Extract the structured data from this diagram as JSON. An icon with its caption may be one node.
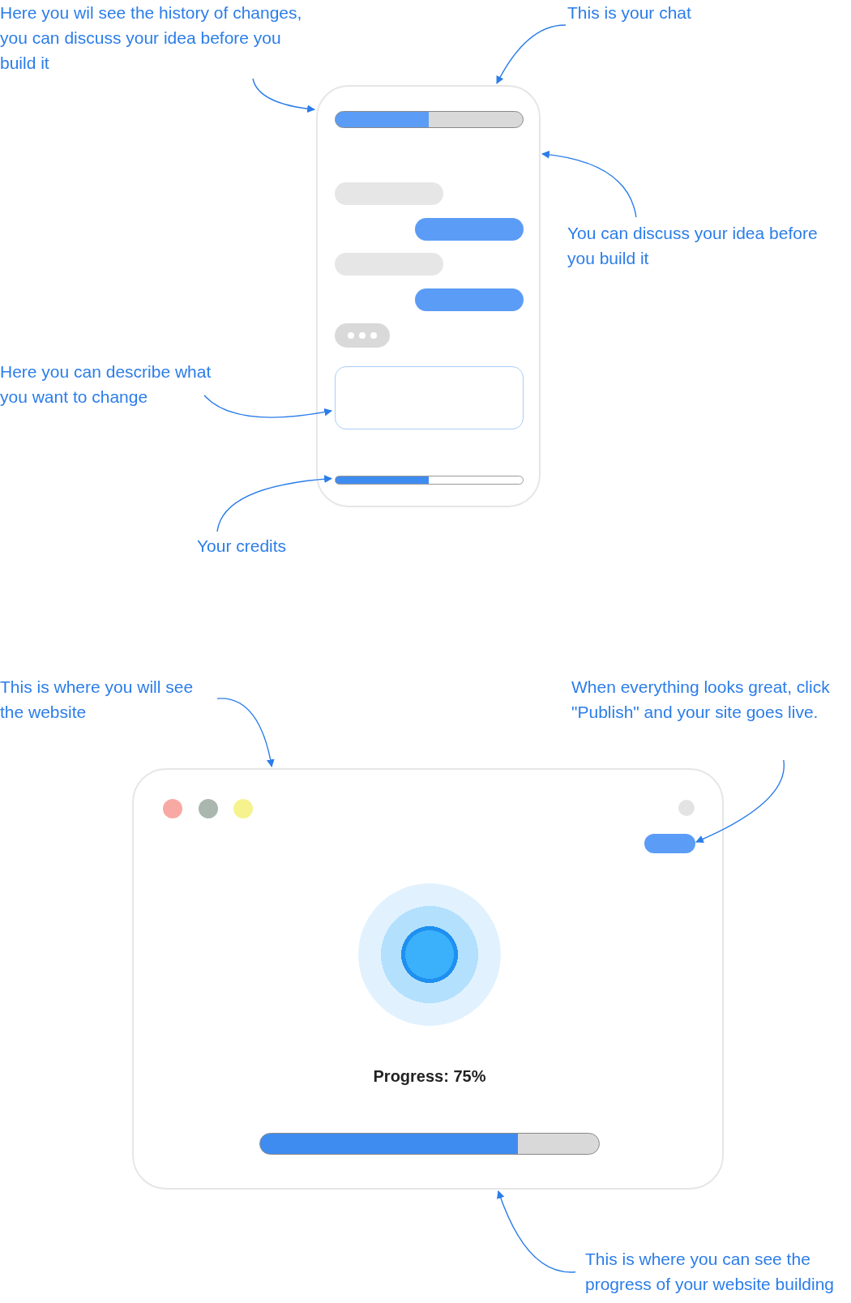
{
  "diagram": {
    "nodes": [
      {
        "text": [
          "Here you wil see the history of changes, you can discuss your idea before you build it"
        ]
      },
      {
        "text": [
          "This is your chat"
        ]
      },
      {
        "text": [],
        "shape": "box"
      },
      {
        "text": [],
        "shape": "box",
        "in": 2
      },
      {
        "text": [],
        "shape": "bar",
        "in": 2
      },
      {
        "text": [
          "You can discuss your idea before you build it"
        ]
      },
      {
        "text": [
          "Here you can describe what you want to change"
        ]
      },
      {
        "text": [
          "Your credits"
        ]
      },
      {
        "text": [
          "This is where you will see the website"
        ]
      },
      {
        "text": [
          "When everything looks great, click \"Publish\" and your site goes live."
        ]
      },
      {
        "text": [],
        "shape": "box"
      },
      {
        "text": [],
        "shape": "box",
        "in": 10
      },
      {
        "text": [
          "This is where you can see the progress of your website building"
        ]
      }
    ],
    "edges": [
      {
        "from": 0,
        "to": 2,
        "arrow": "to"
      },
      {
        "from": 1,
        "to": 2,
        "arrow": "to"
      },
      {
        "from": 5,
        "to": 2,
        "arrow": "to"
      },
      {
        "from": 6,
        "to": 3,
        "arrow": "to"
      },
      {
        "from": 7,
        "to": 4,
        "arrow": "to"
      },
      {
        "from": 8,
        "to": 10,
        "arrow": "to"
      },
      {
        "from": 9,
        "to": 11,
        "arrow": "to"
      },
      {
        "from": 12,
        "to": 10,
        "arrow": "to"
      }
    ],
    "labels": [
      "Progress: 75%"
    ]
  }
}
